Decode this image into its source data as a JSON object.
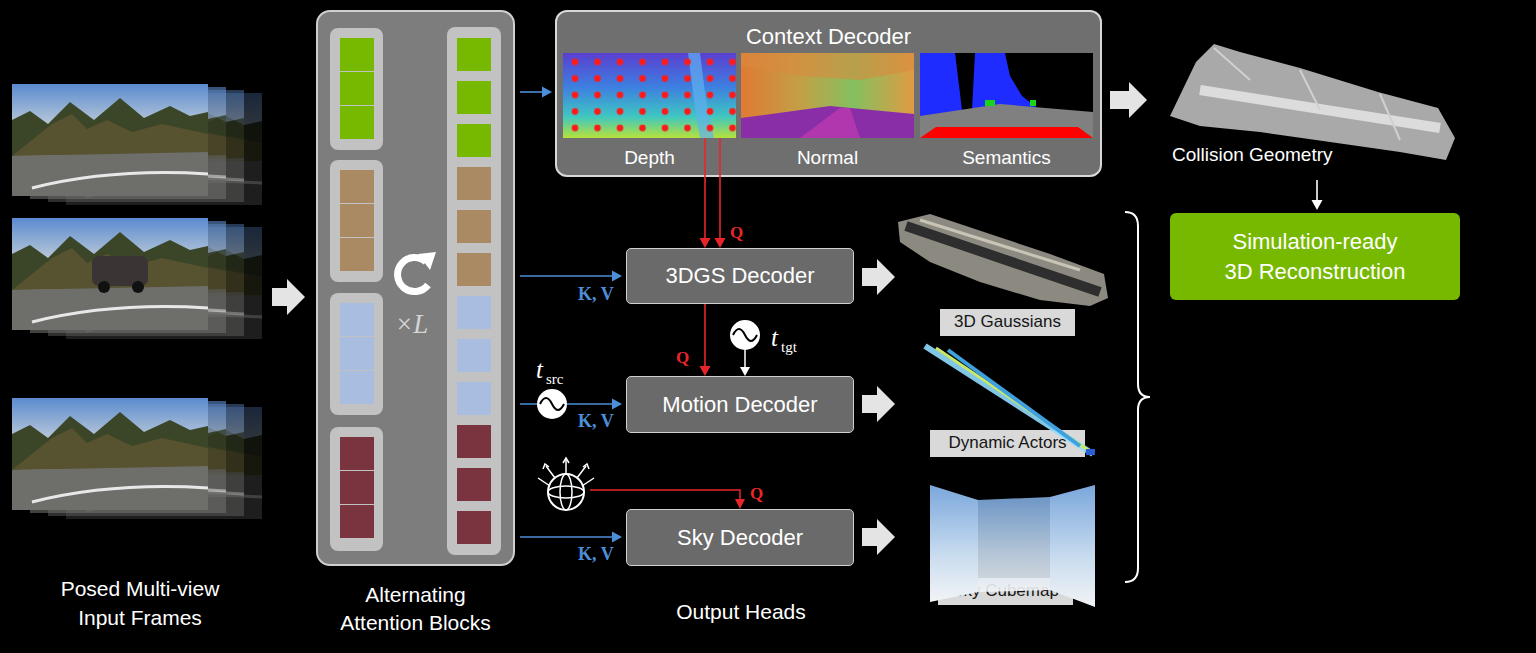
{
  "diagram": {
    "nodes": [
      {
        "text": [
          "Posed Multi-view Input Frames"
        ]
      },
      {
        "text": [
          "Alternating Attention Blocks"
        ]
      },
      {
        "text": [
          "Context Decoder"
        ]
      },
      {
        "text": [
          "Depth"
        ],
        "in": 2
      },
      {
        "text": [
          "Normal"
        ],
        "in": 2
      },
      {
        "text": [
          "Semantics"
        ],
        "in": 2
      },
      {
        "text": [
          "3DGS Decoder"
        ]
      },
      {
        "text": [
          "Motion Decoder"
        ]
      },
      {
        "text": [
          "Sky Decoder"
        ]
      },
      {
        "text": [
          "3D Gaussians"
        ]
      },
      {
        "text": [
          "Dynamic Actors"
        ]
      },
      {
        "text": [
          "Sky Cubemap"
        ]
      },
      {
        "text": [
          "Collision Geometry"
        ]
      },
      {
        "text": [
          "Simulation-ready 3D Reconstruction"
        ]
      }
    ],
    "edges": [
      {
        "from": 0,
        "to": 1,
        "arrow": "to"
      },
      {
        "from": 1,
        "to": 2,
        "arrow": "to"
      },
      {
        "from": 1,
        "to": 6,
        "label": "K, V",
        "arrow": "to"
      },
      {
        "from": 1,
        "to": 7,
        "label": "K, V",
        "arrow": "to"
      },
      {
        "from": 1,
        "to": 8,
        "label": "K, V",
        "arrow": "to"
      },
      {
        "from": 3,
        "to": 6,
        "arrow": "to"
      },
      {
        "from": 3,
        "to": 6,
        "label": "Q",
        "arrow": "to"
      },
      {
        "from": 6,
        "to": 7,
        "label": "Q",
        "arrow": "to"
      },
      {
        "from": 6,
        "to": 9,
        "arrow": "to"
      },
      {
        "from": 7,
        "to": 10,
        "arrow": "to"
      },
      {
        "from": 8,
        "to": 11,
        "arrow": "to"
      },
      {
        "from": 2,
        "to": 12,
        "arrow": "to"
      },
      {
        "from": 12,
        "to": 13,
        "arrow": "to"
      }
    ],
    "labels": [
      "×L",
      "t",
      "src",
      "t",
      "tgt",
      "Q",
      "Output Heads"
    ]
  }
}
